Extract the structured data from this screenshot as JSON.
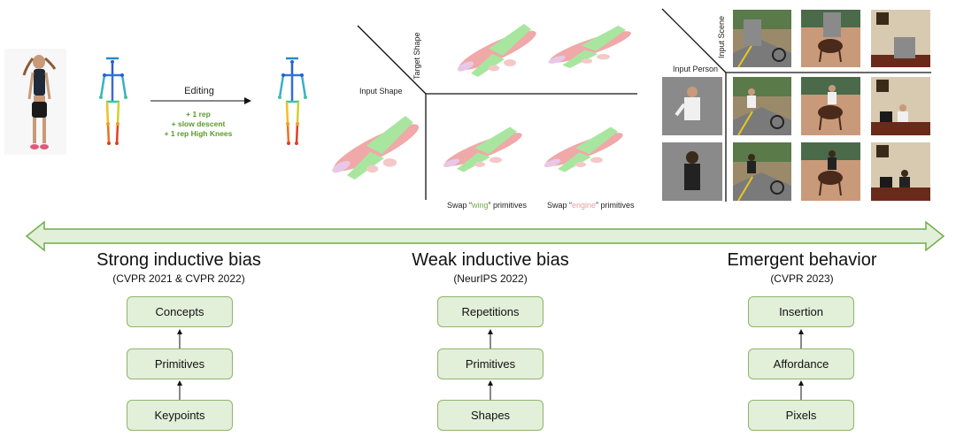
{
  "panel1": {
    "editing_label": "Editing",
    "edits": [
      "+ 1 rep",
      "+ slow descent",
      "+ 1 rep High Knees"
    ]
  },
  "panel2": {
    "target_shape_label": "Target Shape",
    "input_shape_label": "Input Shape",
    "swap1": {
      "prefix": "Swap “",
      "word": "wing",
      "suffix": "” primitives",
      "word_color": "#70ad47"
    },
    "swap2": {
      "prefix": "Swap “",
      "word": "engine",
      "suffix": "” primitives",
      "word_color": "#e6a0a0"
    }
  },
  "panel3": {
    "input_scene_label": "Input Scene",
    "input_person_label": "Input Person"
  },
  "columns": [
    {
      "title": "Strong inductive bias",
      "venue": "(CVPR 2021 & CVPR 2022)",
      "boxes": [
        "Concepts",
        "Primitives",
        "Keypoints"
      ]
    },
    {
      "title": "Weak inductive bias",
      "venue": "(NeurIPS 2022)",
      "boxes": [
        "Repetitions",
        "Primitives",
        "Shapes"
      ]
    },
    {
      "title": "Emergent behavior",
      "venue": "(CVPR 2023)",
      "boxes": [
        "Insertion",
        "Affordance",
        "Pixels"
      ]
    }
  ],
  "colors": {
    "box_fill": "#e2efd9",
    "box_border": "#8fb46b",
    "arrow_fill": "#e2efd9",
    "arrow_border": "#70ad47",
    "edit_text": "#5a9a2a"
  }
}
